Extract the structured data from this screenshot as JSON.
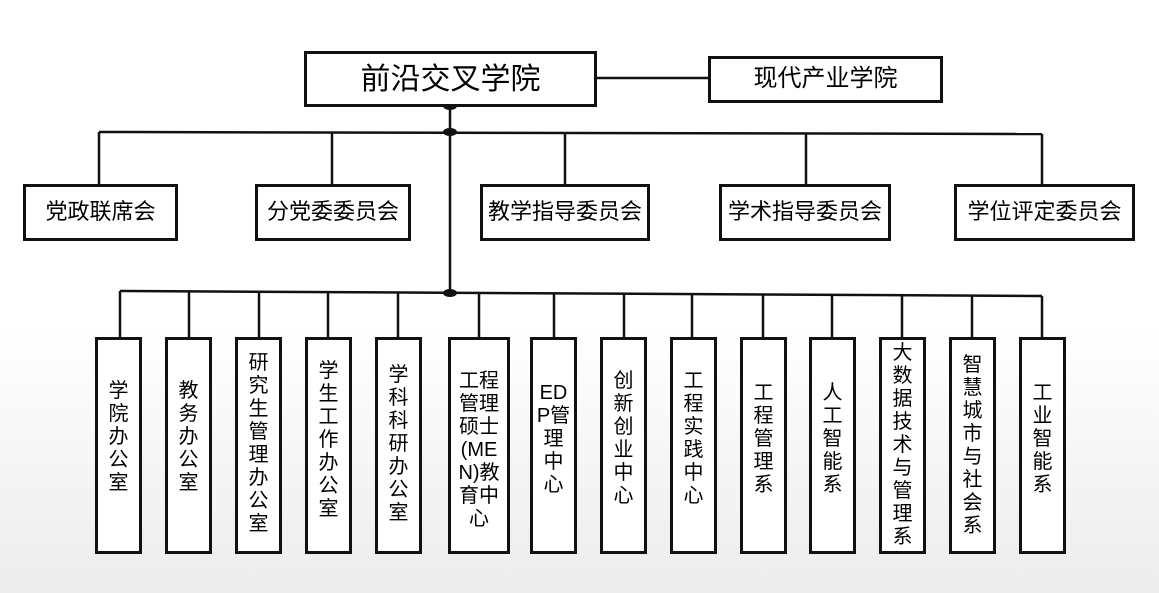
{
  "top": {
    "main": "前沿交叉学院",
    "partner": "现代产业学院"
  },
  "committees": [
    "党政联席会",
    "分党委委员会",
    "教学指导委员会",
    "学术指导委员会",
    "学位评定委员会"
  ],
  "units": [
    "学院办公室",
    "教务办公室",
    "研究生管理办公室",
    "学生工作办公室",
    "学科科研办公室",
    "工程管理硕士(MEN)教育中心",
    "EDP管理中心",
    "创新创业中心",
    "工程实践中心",
    "工程管理系",
    "人工智能系",
    "大数据技术与管理系",
    "智慧城市与社会系",
    "工业智能系"
  ]
}
